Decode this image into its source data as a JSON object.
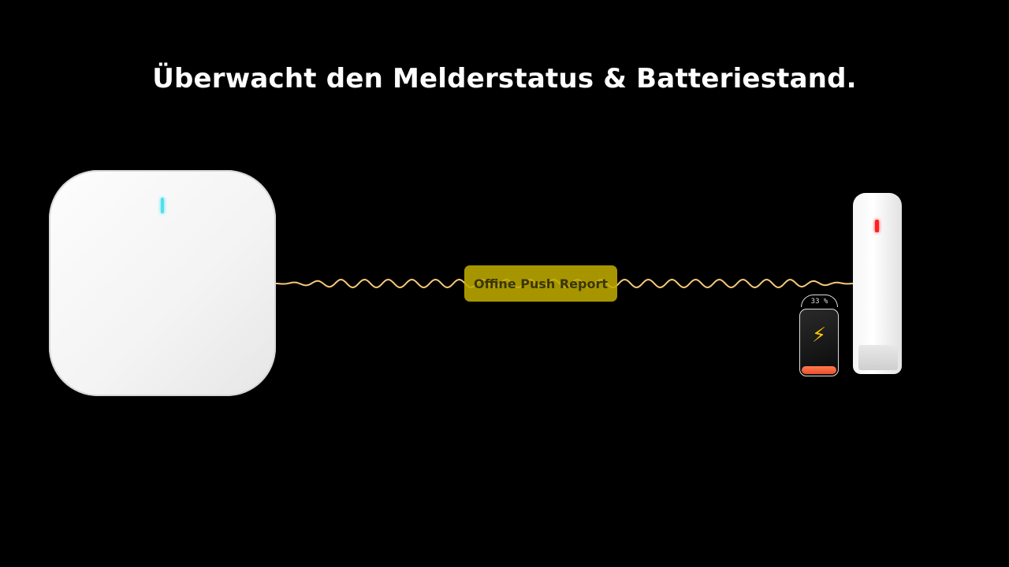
{
  "title": "Überwacht den Melderstatus & Batteriestand.",
  "link_label": "Offine Push Report",
  "battery": {
    "percent_text": "33 %",
    "fill_fraction": 0.12,
    "icon": "lightning-bolt-icon"
  },
  "colors": {
    "wave": "#f5c97a",
    "label_bg": "#beaa00",
    "hub_led": "#4fe0f0",
    "sensor_led": "#ff2020",
    "battery_fill": "#e8502a"
  }
}
